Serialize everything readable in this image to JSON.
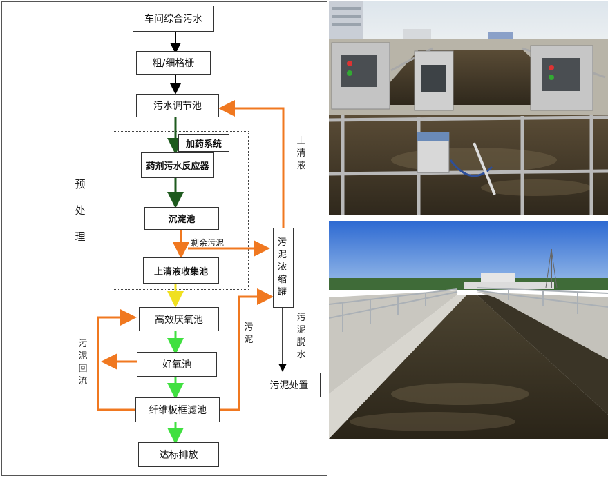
{
  "flow": {
    "nodes": {
      "workshop": "车间综合污水",
      "grille": "粗/细格栅",
      "regulating": "污水调节池",
      "dosing": "加药系统",
      "reactor": "药剂污水反应器",
      "sedimentation": "沉淀池",
      "collection": "上清液收集池",
      "anaerobic": "高效厌氧池",
      "aerobic": "好氧池",
      "filter": "纤维板框滤池",
      "discharge": "达标排放",
      "thickener": "污泥浓缩罐",
      "disposal": "污泥处置"
    },
    "labels": {
      "pretreatment": "预处理",
      "supernatant": "上清液",
      "excess_sludge": "剩余污泥",
      "sludge": "污泥",
      "dewatering": "污泥脱水",
      "sludge_return": "污泥回流"
    },
    "colors": {
      "dark_arrow": "#000000",
      "dosing_arrow": "#1e5a1e",
      "orange": "#f07820",
      "yellow": "#f0e020",
      "green": "#40e040"
    }
  },
  "photos": {
    "top": "aeration-tank-with-control-cabinets",
    "bottom": "open-channel-treatment-basin"
  }
}
